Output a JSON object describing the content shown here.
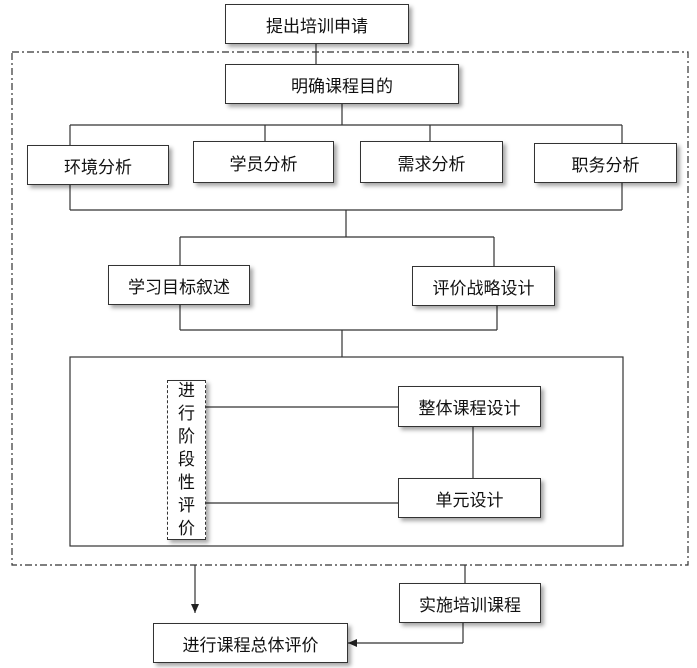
{
  "diagram": {
    "start": "提出培训申请",
    "goal": "明确课程目的",
    "analyses": [
      "环境分析",
      "学员分析",
      "需求分析",
      "职务分析"
    ],
    "objective": "学习目标叙述",
    "strategy": "评价战略设计",
    "stage_eval_chars": [
      "进",
      "行",
      "阶",
      "段",
      "性",
      "评",
      "价"
    ],
    "overall_design": "整体课程设计",
    "unit_design": "单元设计",
    "implement": "实施培训课程",
    "final_eval": "进行课程总体评价"
  }
}
